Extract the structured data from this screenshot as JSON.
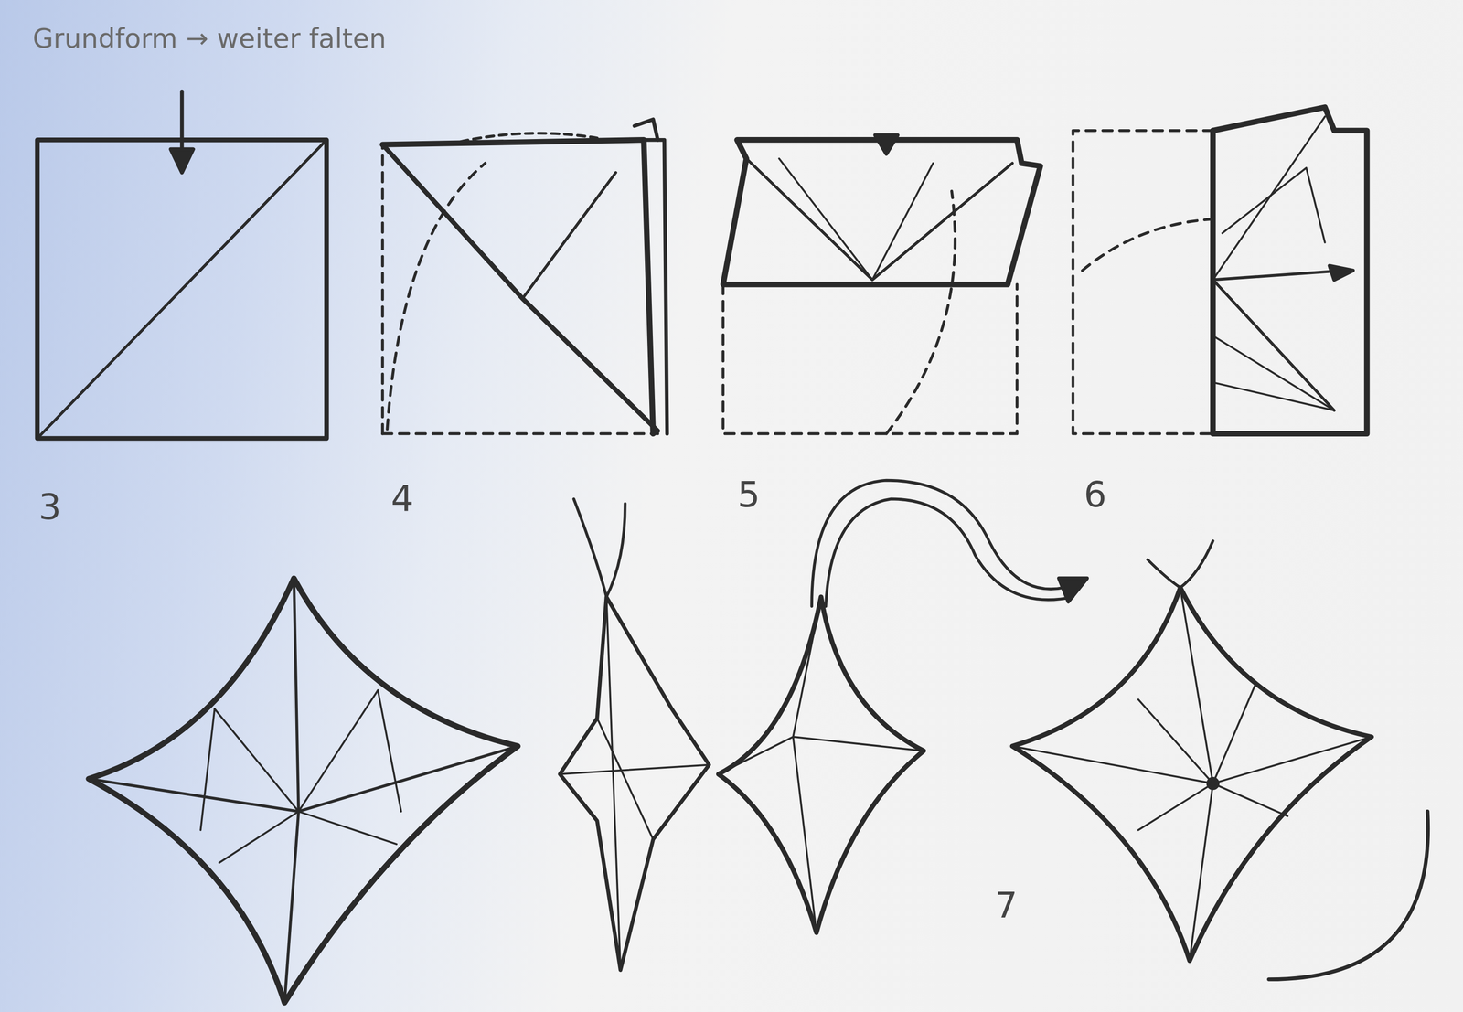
{
  "diagram": {
    "title": "Grundform → weiter falten",
    "labels": [
      "3",
      "4",
      "5",
      "6",
      "7"
    ]
  }
}
